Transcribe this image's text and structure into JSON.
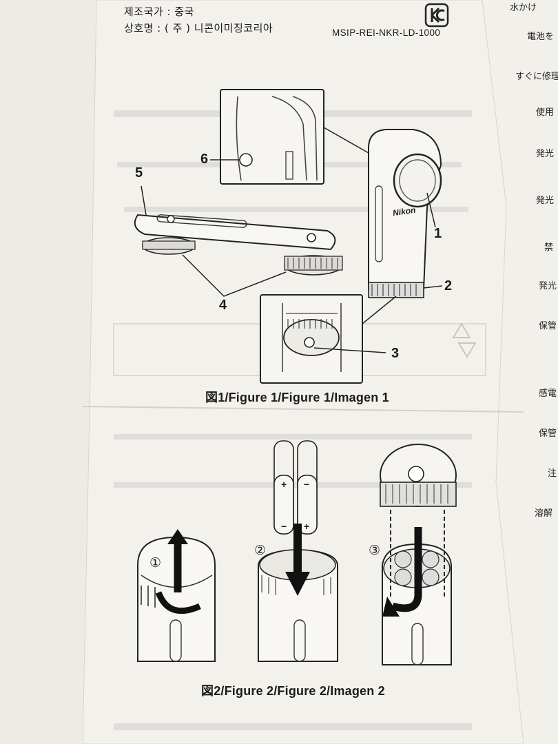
{
  "header": {
    "origin_line": "제조국가 : 중국",
    "company_line": "상호명 : ( 주 ) 니콘이미징코리아",
    "model_code": "MSIP-REI-NKR-LD-1000",
    "brand_on_light": "Nikon"
  },
  "figure1": {
    "caption": "図1/Figure 1/Figure 1/Imagen 1",
    "callouts": [
      "1",
      "2",
      "3",
      "4",
      "5",
      "6"
    ]
  },
  "figure2": {
    "caption": "図2/Figure 2/Figure 2/Imagen 2",
    "steps": [
      "①",
      "②",
      "③"
    ],
    "battery_plus": "+",
    "battery_minus": "−"
  },
  "side_sheet": {
    "lines": [
      "水かけ",
      "電池を",
      "すぐに修理",
      "使用",
      "発光",
      "発光",
      "禁",
      "発光",
      "保管",
      "感電",
      "保管",
      "注",
      "溶解"
    ]
  },
  "colors": {
    "paper": "#f3f1ec",
    "ink": "#1b1b1b",
    "background": "#e9e6e0"
  }
}
